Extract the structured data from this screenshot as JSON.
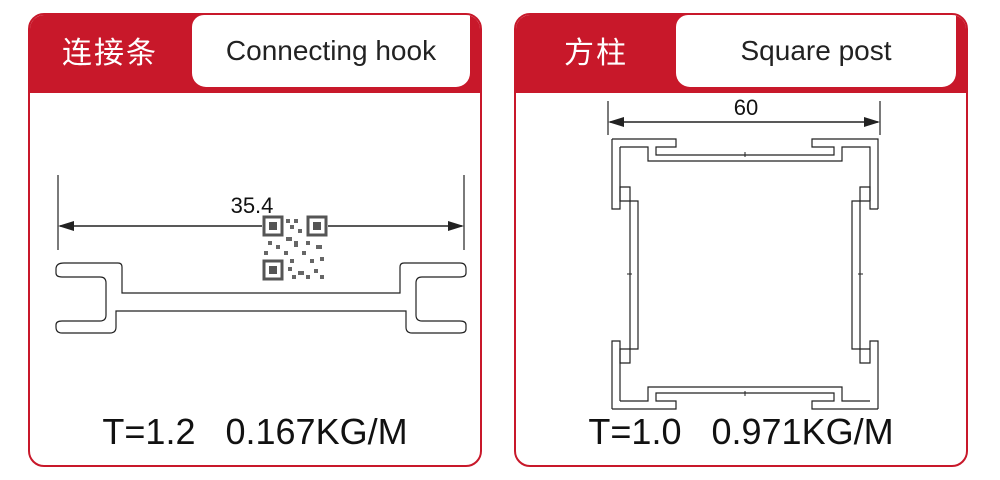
{
  "cards": [
    {
      "title_cn": "连接条",
      "title_en": "Connecting hook",
      "dimension": "35.4",
      "spec_thickness": "T=1.2",
      "spec_weight": "0.167KG/M"
    },
    {
      "title_cn": "方柱",
      "title_en": "Square post",
      "dimension": "60",
      "spec_thickness": "T=1.0",
      "spec_weight": "0.971KG/M"
    }
  ],
  "colors": {
    "accent": "#c8182a",
    "line": "#222222"
  },
  "icons": {
    "qr_code": "qr-code-icon"
  }
}
